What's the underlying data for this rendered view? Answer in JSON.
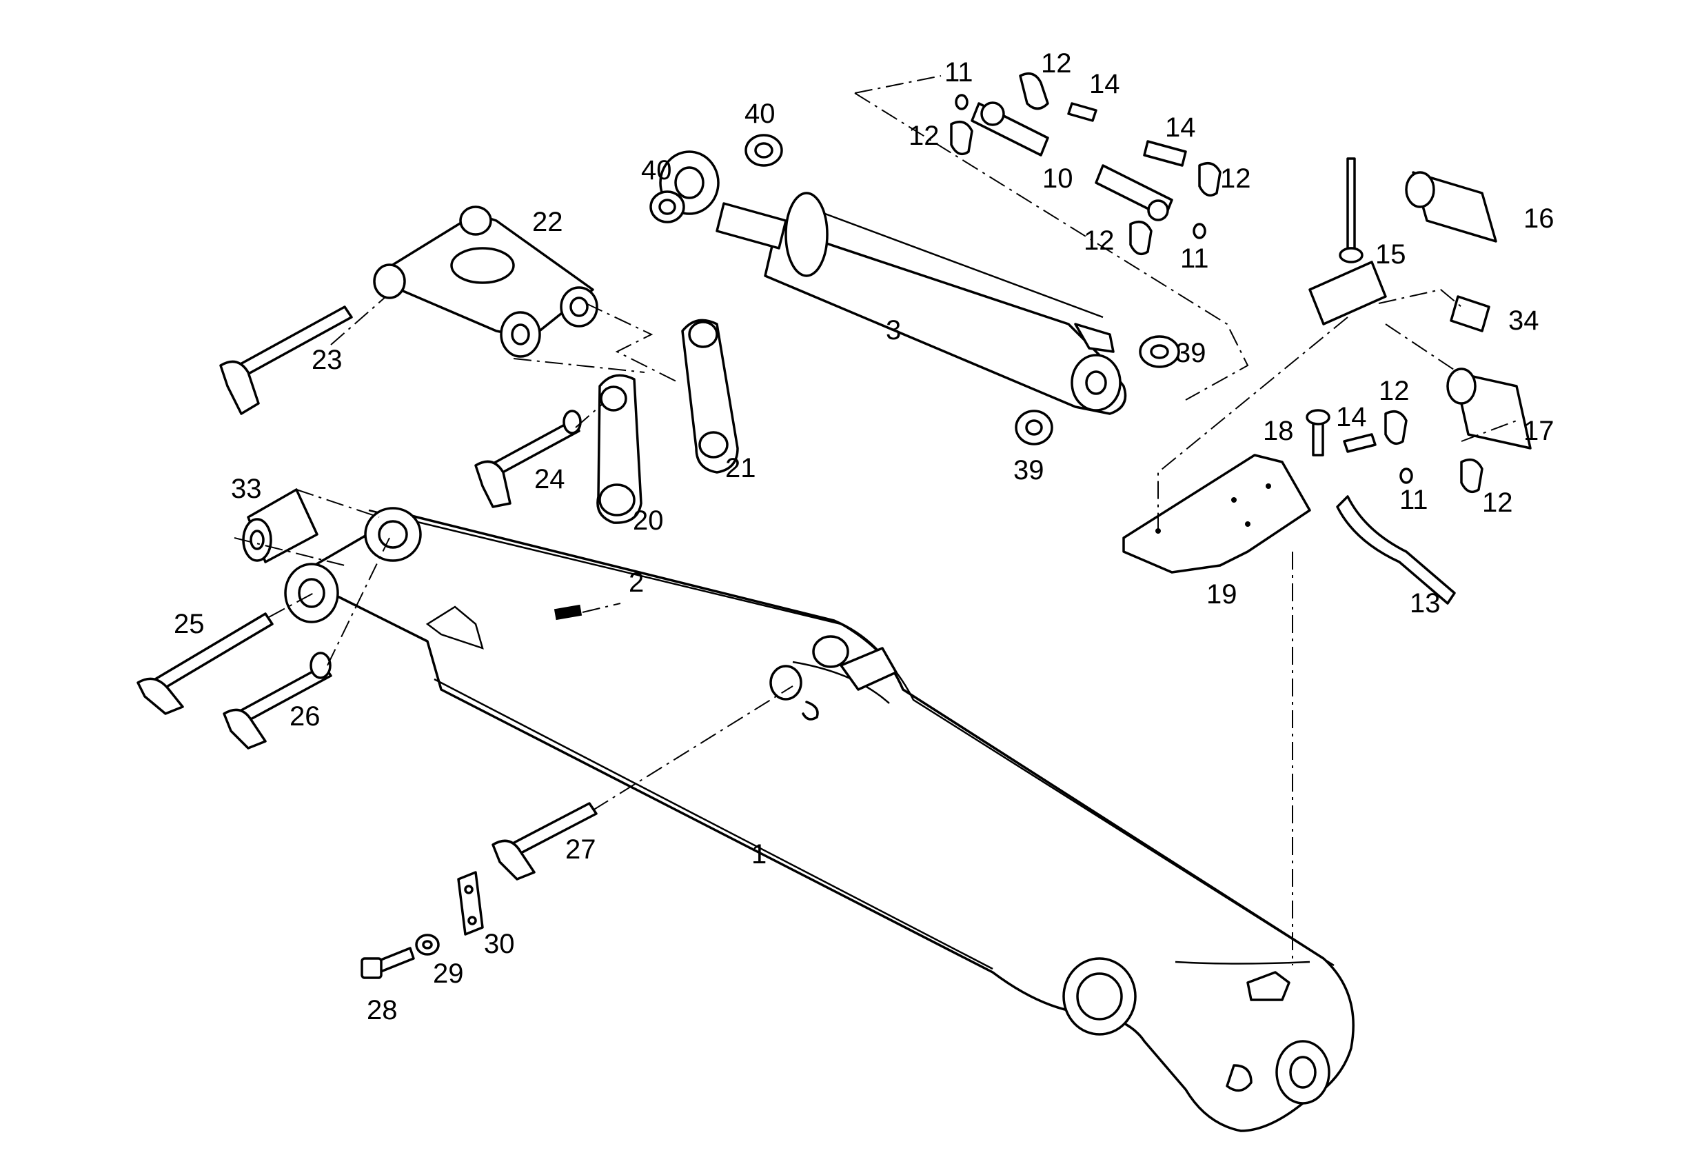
{
  "callouts": {
    "c1": "1",
    "c2": "2",
    "c3": "3",
    "c10": "10",
    "c11a": "11",
    "c11b": "11",
    "c11c": "11",
    "c12a": "12",
    "c12b": "12",
    "c12c": "12",
    "c12d": "12",
    "c12e": "12",
    "c12f": "12",
    "c13": "13",
    "c14a": "14",
    "c14b": "14",
    "c14c": "14",
    "c15": "15",
    "c16": "16",
    "c17": "17",
    "c18": "18",
    "c19": "19",
    "c20": "20",
    "c21": "21",
    "c22": "22",
    "c23": "23",
    "c24": "24",
    "c25": "25",
    "c26": "26",
    "c27": "27",
    "c28": "28",
    "c29": "29",
    "c30": "30",
    "c33": "33",
    "c34": "34",
    "c39a": "39",
    "c39b": "39",
    "c40a": "40",
    "c40b": "40"
  }
}
